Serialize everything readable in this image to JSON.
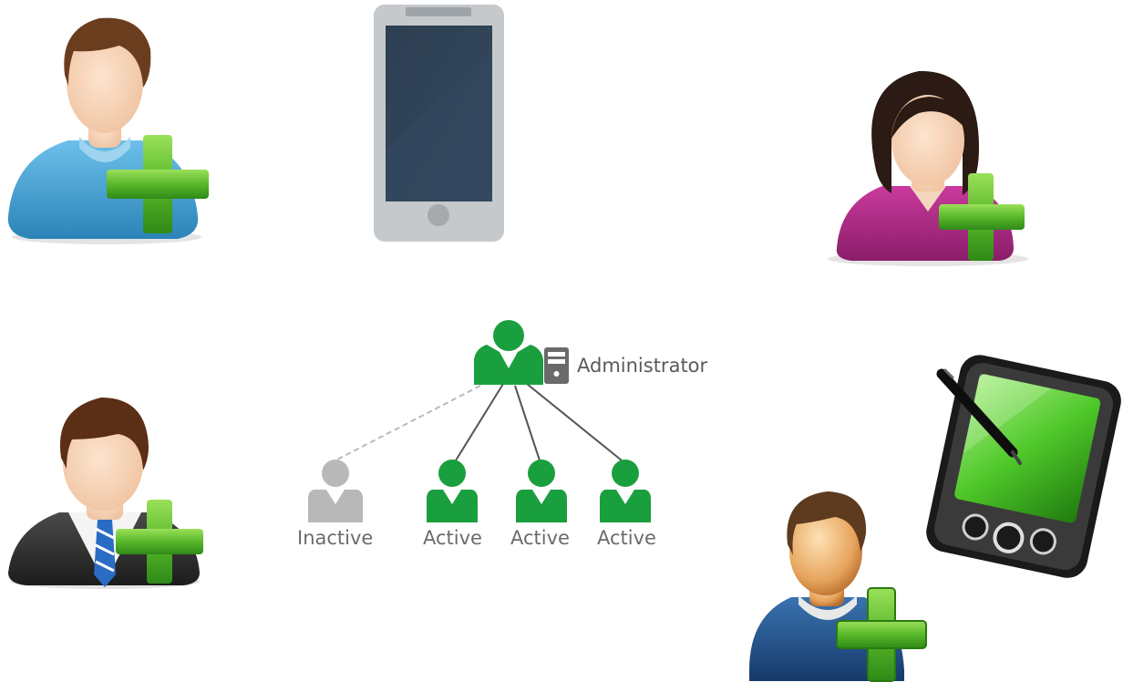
{
  "diagram": {
    "administrator_label": "Administrator",
    "inactive_label": "Inactive",
    "active_labels": [
      "Active",
      "Active",
      "Active"
    ]
  },
  "colors": {
    "active_green": "#1a9f3e",
    "inactive_gray": "#b8b8b8",
    "plus_green": "#5cbf2a"
  },
  "icons": [
    "add-user-man-blue-shirt-icon",
    "smartphone-icon",
    "add-user-woman-icon",
    "add-user-businessman-icon",
    "pda-stylus-icon",
    "add-user-man-3d-icon",
    "server-icon"
  ]
}
